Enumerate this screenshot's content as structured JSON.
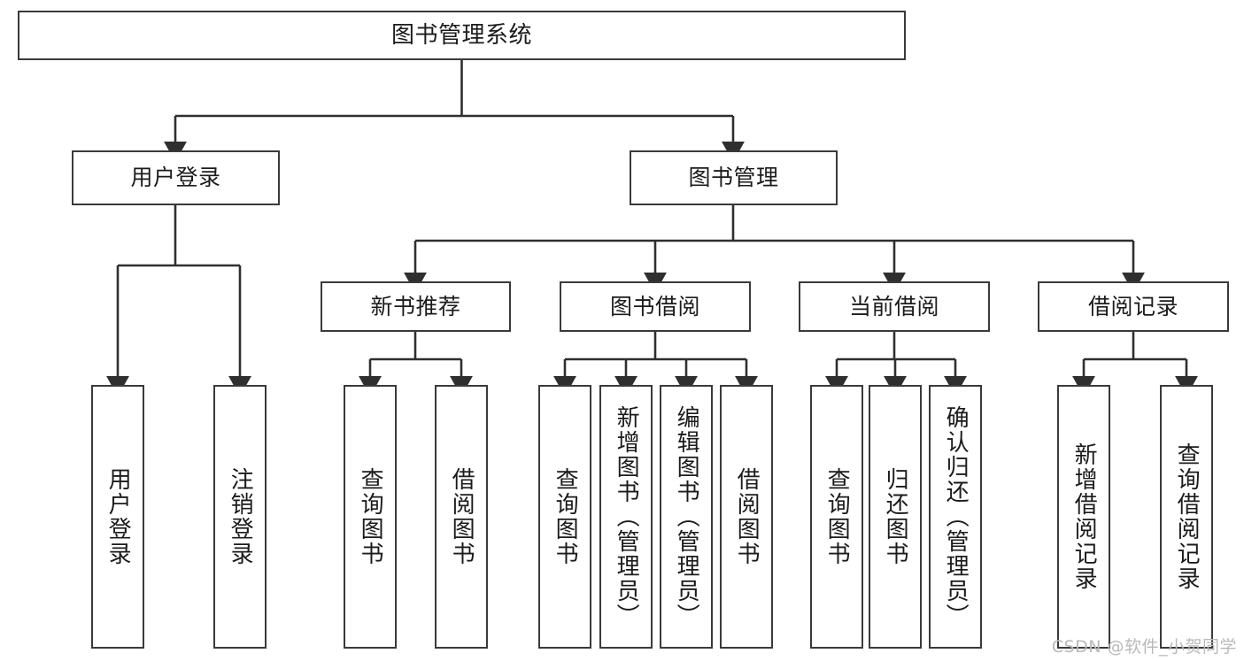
{
  "diagram": {
    "type": "tree",
    "title": "图书管理系统",
    "orientation": "top-down",
    "levels": 4,
    "colors": {
      "box_border": "#3a3a3a",
      "box_fill": "#ffffff",
      "connector": "#2f2f2f",
      "text": "#1b1b1b",
      "watermark": "#b9b9b9",
      "background": "#ffffff"
    }
  },
  "nodes": {
    "root": {
      "label": "图书管理系统"
    },
    "level2": [
      {
        "label": "用户登录"
      },
      {
        "label": "图书管理"
      }
    ],
    "level3": [
      {
        "label": "新书推荐"
      },
      {
        "label": "图书借阅"
      },
      {
        "label": "当前借阅"
      },
      {
        "label": "借阅记录"
      }
    ],
    "leaves": {
      "user_login": [
        {
          "label": "用户登录"
        },
        {
          "label": "注销登录"
        }
      ],
      "new_book_recommend": [
        {
          "label": "查询图书"
        },
        {
          "label": "借阅图书"
        }
      ],
      "book_borrow": [
        {
          "label": "查询图书"
        },
        {
          "label": "新增图书（管理员）"
        },
        {
          "label": "编辑图书（管理员）"
        },
        {
          "label": "借阅图书"
        }
      ],
      "current_borrow": [
        {
          "label": "查询图书"
        },
        {
          "label": "归还图书"
        },
        {
          "label": "确认归还（管理员）"
        }
      ],
      "borrow_record": [
        {
          "label": "新增借阅记录"
        },
        {
          "label": "查询借阅记录"
        }
      ]
    }
  },
  "watermark": {
    "text": "CSDN @软件_小贺同学"
  }
}
